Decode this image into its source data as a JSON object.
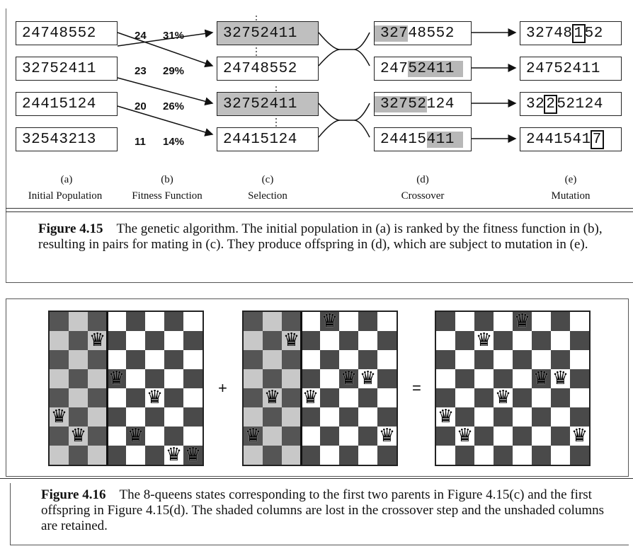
{
  "figure_415": {
    "population": [
      "24748552",
      "32752411",
      "24415124",
      "32543213"
    ],
    "fitness": [
      {
        "score": "24",
        "percent": "31%"
      },
      {
        "score": "23",
        "percent": "29%"
      },
      {
        "score": "20",
        "percent": "26%"
      },
      {
        "score": "11",
        "percent": "14%"
      }
    ],
    "selection": [
      "32752411",
      "24748552",
      "32752411",
      "24415124"
    ],
    "crossover": [
      {
        "left": "327",
        "right": "48552",
        "shade": "left"
      },
      {
        "left": "247",
        "right": "52411",
        "shade": "right"
      },
      {
        "left": "32752",
        "right": "124",
        "shade": "left"
      },
      {
        "left": "24415",
        "right": "411",
        "shade": "right"
      }
    ],
    "mutation": [
      {
        "pre": "32748",
        "mut": "1",
        "post": "52"
      },
      {
        "pre": "24752411",
        "mut": "",
        "post": ""
      },
      {
        "pre": "32",
        "mut": "2",
        "post": "52124"
      },
      {
        "pre": "2441541",
        "mut": "7",
        "post": ""
      }
    ],
    "column_letters": [
      "(a)",
      "(b)",
      "(c)",
      "(d)",
      "(e)"
    ],
    "column_names": [
      "Initial Population",
      "Fitness Function",
      "Selection",
      "Crossover",
      "Mutation"
    ],
    "caption_label": "Figure 4.15",
    "caption_text": "The genetic algorithm. The initial population in (a) is ranked by the fitness function in (b), resulting in pairs for mating in (c). They produce offspring in (d), which are subject to mutation in (e)."
  },
  "figure_416": {
    "boards": [
      {
        "state": "32752411",
        "shaded_cols": 3
      },
      {
        "state": "24748552",
        "shaded_cols": 3
      },
      {
        "state": "32748552",
        "shaded_cols": 0
      }
    ],
    "plus": "+",
    "equals": "=",
    "caption_label": "Figure 4.16",
    "caption_text": "The 8-queens states corresponding to the first two parents in Figure 4.15(c) and the first offspring in Figure 4.15(d). The shaded columns are lost in the crossover step and the unshaded columns are retained."
  }
}
